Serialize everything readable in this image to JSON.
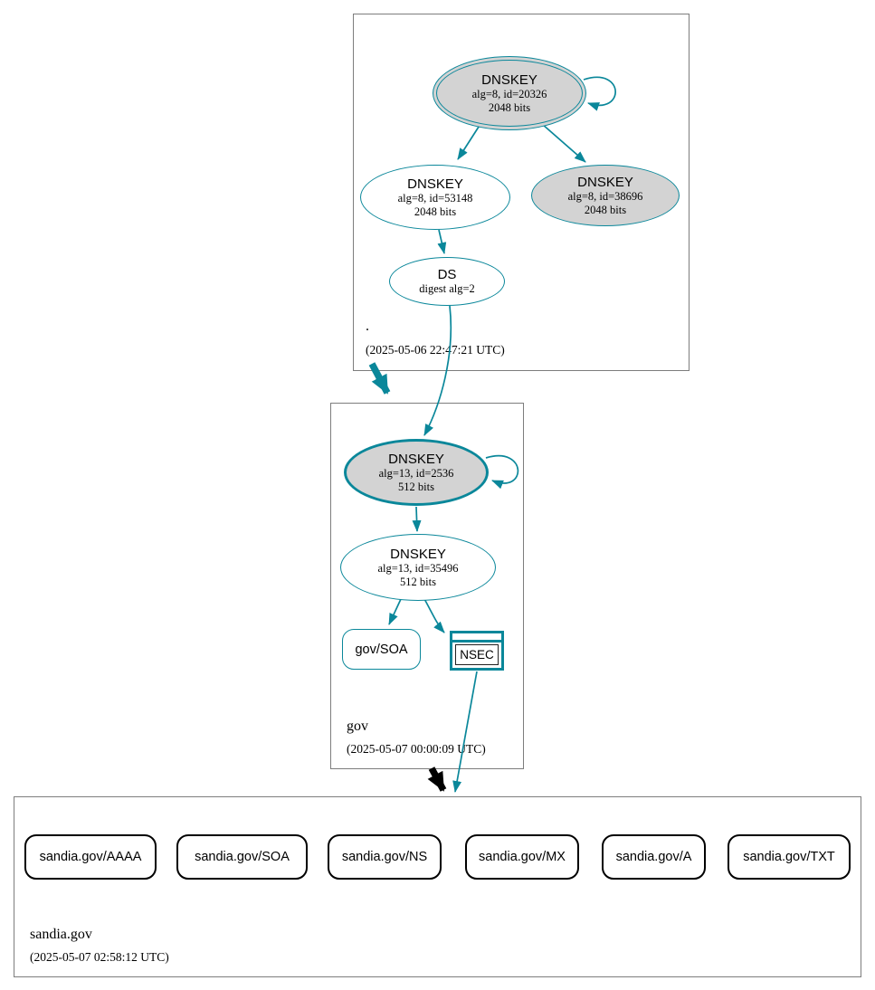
{
  "colors": {
    "edge_secure": "#0a879a",
    "key_fill": "#d3d3d3",
    "zone_border": "#7d7d7d",
    "insecure_edge": "#000000"
  },
  "root": {
    "label": ".",
    "timestamp": "(2025-05-06 22:47:21 UTC)",
    "ksk": {
      "title": "DNSKEY",
      "alg": "alg=8, id=20326",
      "bits": "2048 bits"
    },
    "zsk": {
      "title": "DNSKEY",
      "alg": "alg=8, id=53148",
      "bits": "2048 bits"
    },
    "standby": {
      "title": "DNSKEY",
      "alg": "alg=8, id=38696",
      "bits": "2048 bits"
    },
    "ds": {
      "title": "DS",
      "detail": "digest alg=2"
    }
  },
  "gov": {
    "label": "gov",
    "timestamp": "(2025-05-07 00:00:09 UTC)",
    "ksk": {
      "title": "DNSKEY",
      "alg": "alg=13, id=2536",
      "bits": "512 bits"
    },
    "zsk": {
      "title": "DNSKEY",
      "alg": "alg=13, id=35496",
      "bits": "512 bits"
    },
    "soa": {
      "label": "gov/SOA"
    },
    "nsec": {
      "label": "NSEC"
    }
  },
  "sandia": {
    "label": "sandia.gov",
    "timestamp": "(2025-05-07 02:58:12 UTC)",
    "rrsets": [
      {
        "label": "sandia.gov/AAAA"
      },
      {
        "label": "sandia.gov/SOA"
      },
      {
        "label": "sandia.gov/NS"
      },
      {
        "label": "sandia.gov/MX"
      },
      {
        "label": "sandia.gov/A"
      },
      {
        "label": "sandia.gov/TXT"
      }
    ]
  }
}
